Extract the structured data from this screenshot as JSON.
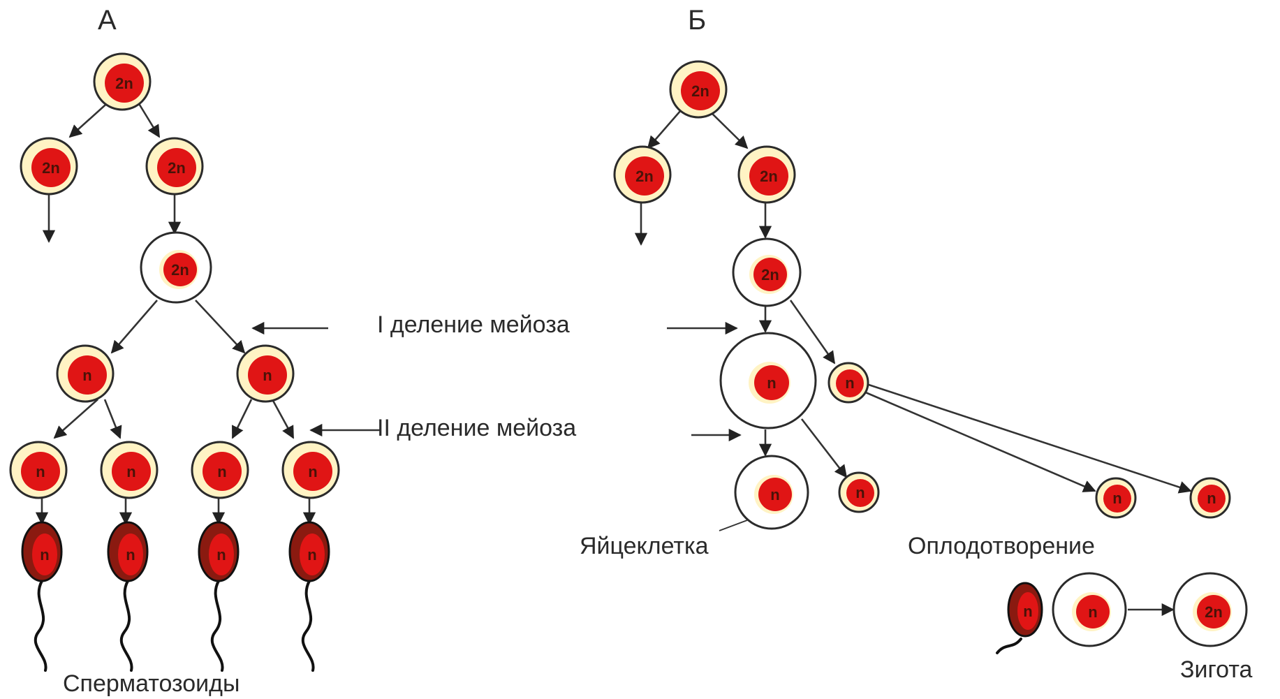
{
  "sections": {
    "a": "А",
    "b": "Б"
  },
  "labels": {
    "meiosis_1": "I деление мейоза",
    "meiosis_2": "II деление мейоза",
    "sperm": "Сперматозоиды",
    "egg": "Яйцеклетка",
    "fertilization": "Оплодотворение",
    "zygote": "Зигота"
  },
  "ploidy": {
    "diploid": "2n",
    "haploid": "n",
    "zygote": "2n"
  },
  "colors": {
    "nucleus": "#e01515",
    "cytoplasm": "#fff3c4",
    "outline": "#2b2b2b",
    "sperm_head": "#8a1a10",
    "text": "#2a2a2a"
  }
}
